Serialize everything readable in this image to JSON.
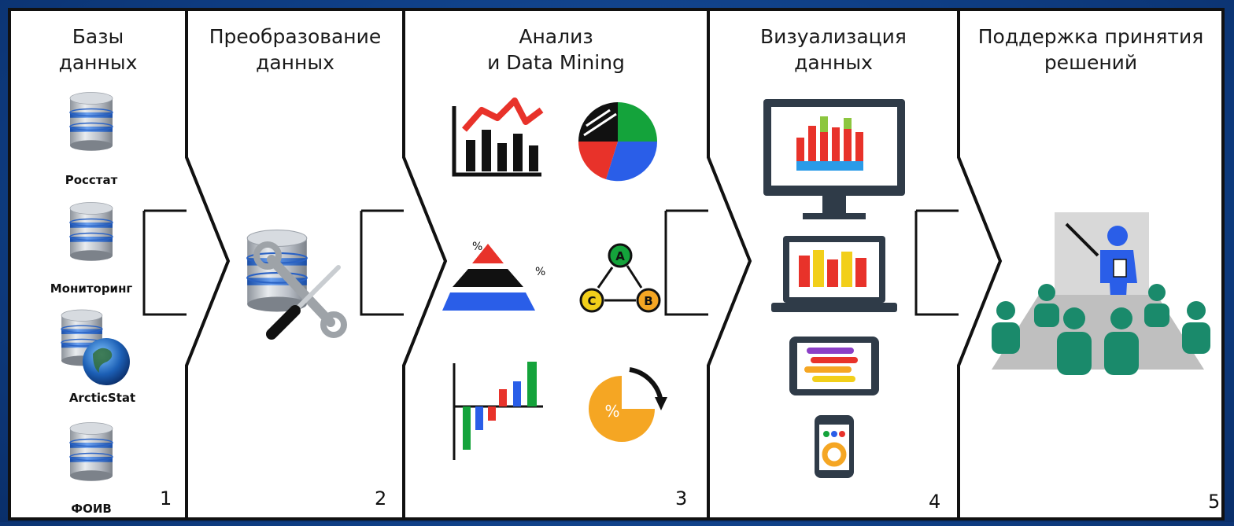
{
  "stages": [
    {
      "title": "Базы\nданных",
      "number": "1"
    },
    {
      "title": "Преобразование\nданных",
      "number": "2"
    },
    {
      "title": "Анализ\nи Data Mining",
      "number": "3"
    },
    {
      "title": "Визуализация\nданных",
      "number": "4"
    },
    {
      "title": "Поддержка принятия\nрешений",
      "number": "5"
    }
  ],
  "databases": [
    "Росстат",
    "Мониторинг",
    "ArcticStat",
    "ФОИВ"
  ],
  "analysis_labels": {
    "pct_top": "%",
    "pct_side": "%",
    "node_a": "A",
    "node_b": "B",
    "node_c": "C",
    "pct_pie": "%"
  },
  "colors": {
    "background": "#0f3f86",
    "panel": "#ffffff",
    "border": "#111111",
    "db_blue": "#3f7ad8",
    "db_silver": "#b9bec6",
    "chart_red": "#e8322a",
    "chart_green": "#14a33b",
    "chart_blue": "#2a5ee8",
    "chart_yellow": "#f2cf1a",
    "chart_orange": "#f5a623",
    "teal": "#1a8a6b"
  },
  "icons": [
    "database-icon",
    "globe-icon",
    "wrench-screwdriver-icon",
    "line-bar-chart-icon",
    "pie-chart-icon",
    "pyramid-chart-icon",
    "abc-cycle-icon",
    "waterfall-chart-icon",
    "refresh-pie-icon",
    "monitor-chart-icon",
    "laptop-chart-icon",
    "tablet-chart-icon",
    "phone-chart-icon",
    "presentation-meeting-icon"
  ]
}
